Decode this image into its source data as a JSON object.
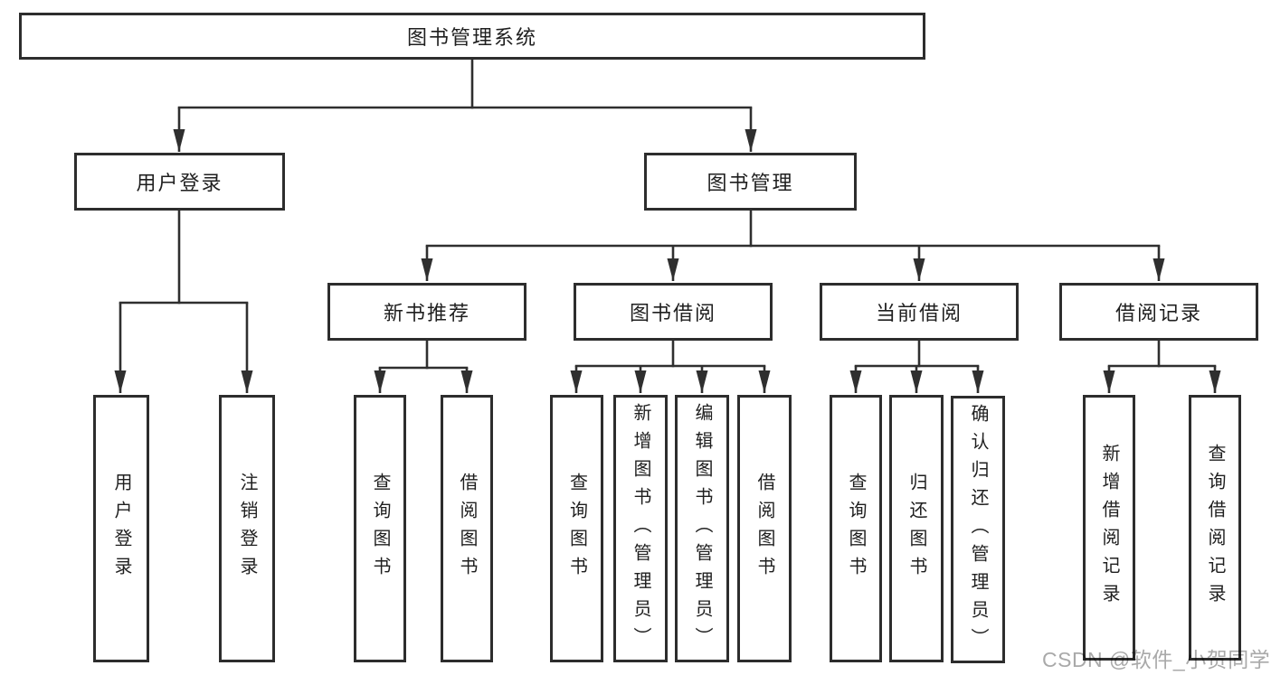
{
  "diagram_title": "图书管理系统",
  "tree": {
    "label": "图书管理系统",
    "children": [
      {
        "label": "用户登录",
        "children": [
          {
            "label": "用户登录"
          },
          {
            "label": "注销登录"
          }
        ]
      },
      {
        "label": "图书管理",
        "children": [
          {
            "label": "新书推荐",
            "children": [
              {
                "label": "查询图书"
              },
              {
                "label": "借阅图书"
              }
            ]
          },
          {
            "label": "图书借阅",
            "children": [
              {
                "label": "查询图书"
              },
              {
                "label": "新增图书（管理员）"
              },
              {
                "label": "编辑图书（管理员）"
              },
              {
                "label": "借阅图书"
              }
            ]
          },
          {
            "label": "当前借阅",
            "children": [
              {
                "label": "查询图书"
              },
              {
                "label": "归还图书"
              },
              {
                "label": "确认归还（管理员）"
              }
            ]
          },
          {
            "label": "借阅记录",
            "children": [
              {
                "label": "新增借阅记录"
              },
              {
                "label": "查询借阅记录"
              }
            ]
          }
        ]
      }
    ]
  },
  "watermark": {
    "text": "CSDN @软件_小贺同学"
  },
  "colors": {
    "background": "#ffffff",
    "box_fill": "#ffffff",
    "box_border": "#2d2d2d",
    "line": "#2f2f2f",
    "text": "#1f1f1f",
    "watermark": "#a9a9a9"
  }
}
